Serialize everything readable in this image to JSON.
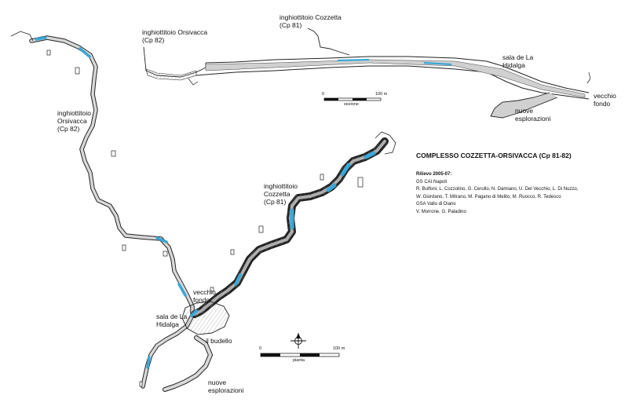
{
  "map": {
    "title": "COMPLESSO COZZETTA-ORSIVACCA (Cp 81-82)",
    "survey_heading": "Rilievo 2005-07:",
    "credits": [
      "GS CAI Napoli",
      "R. Bulfoni, L. Cozzolino, G. Cerullo, N. Damiano, U. Del Vecchio, L. Di Nuzzo,",
      "W. Giordano, T. Mitrano, M. Pagano di Melito, M. Ruocco, R. Tedesco",
      "GSA Vallo di Diano",
      "V. Morrone, G. Paladino"
    ],
    "section_labels": {
      "orsivacca": "inghiottitoio Orsivacca\n(Cp 82)",
      "cozzetta": "inghiottitoio Cozzetta\n(Cp 81)",
      "sala": "sala de La\nHidalga",
      "vecchio_fondo": "vecchio\nfondo",
      "nuove": "nuove\nesplorazioni"
    },
    "plan_labels": {
      "orsivacca": "inghiottitoio\nOrsivacca\n(Cp 82)",
      "cozzetta": "inghiottitoio\nCozzetta\n(Cp 81)",
      "vecchio_fondo": "vecchio\nfondo",
      "sala": "sala de La\nHidalga",
      "budello": "il budello",
      "nuove": "nuove\nesplorazioni"
    },
    "section_scale": {
      "zero": "0",
      "max": "100 m",
      "caption": "sezione"
    },
    "plan_scale": {
      "zero": "0",
      "max": "100 m",
      "caption": "pianta"
    },
    "colors": {
      "water": "#3ba7d6",
      "wall": "#222222",
      "fill": "#cfcfcf",
      "paper": "#ffffff"
    }
  }
}
